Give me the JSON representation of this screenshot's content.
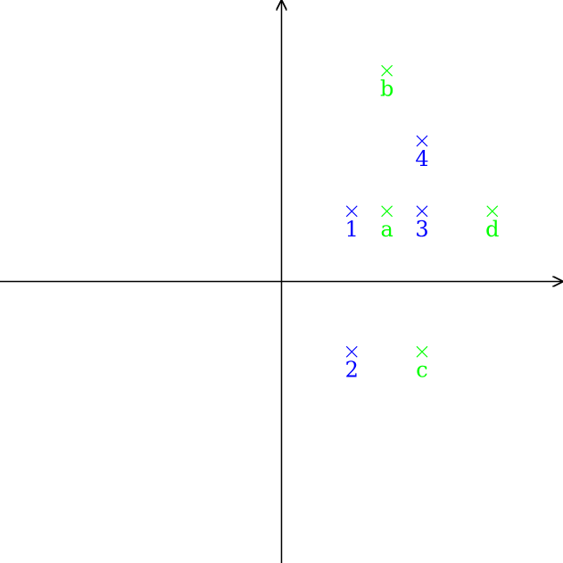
{
  "chart_data": {
    "type": "scatter",
    "xlim": [
      -4,
      4
    ],
    "ylim": [
      -4,
      4
    ],
    "grid": false,
    "colors": {
      "blue": "#0000ff",
      "green": "#00ff00",
      "axis": "#000000"
    },
    "series": [
      {
        "color": "#0000ff",
        "points": [
          {
            "label": "1",
            "x": 1,
            "y": 1
          },
          {
            "label": "2",
            "x": 1,
            "y": -1
          },
          {
            "label": "3",
            "x": 2,
            "y": 1
          },
          {
            "label": "4",
            "x": 2,
            "y": 2
          }
        ]
      },
      {
        "color": "#00ff00",
        "points": [
          {
            "label": "a",
            "x": 1.5,
            "y": 1
          },
          {
            "label": "b",
            "x": 1.5,
            "y": 3
          },
          {
            "label": "c",
            "x": 2,
            "y": -1
          },
          {
            "label": "d",
            "x": 3,
            "y": 1
          }
        ]
      }
    ]
  }
}
